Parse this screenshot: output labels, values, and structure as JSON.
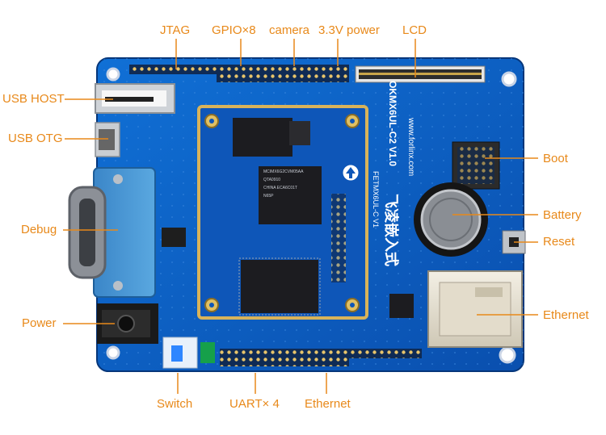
{
  "board": {
    "model": "OKMX6UL-C2 V1.0",
    "website": "www.forlinx.com",
    "brand_cn": "飞凌嵌入式",
    "som_model": "FETMX6UL-C V1",
    "cpu_markings": [
      "MCIMX6G2CVM05AA",
      "QTA0910",
      "CHINA",
      "ECA6C01T",
      "N65P"
    ]
  },
  "labels": {
    "jtag": "JTAG",
    "gpio": "GPIO×8",
    "camera": "camera",
    "power33": "3.3V power",
    "lcd": "LCD",
    "usb_host": "USB HOST",
    "usb_otg": "USB OTG",
    "debug": "Debug",
    "power": "Power",
    "switch": "Switch",
    "uart": "UART× 4",
    "ethernet_bottom": "Ethernet",
    "boot": "Boot",
    "battery": "Battery",
    "reset": "Reset",
    "ethernet_right": "Ethernet"
  },
  "colors": {
    "label": "#e8891a",
    "pcb": "#0b5cbf",
    "pcb_dark": "#083f8f",
    "gold": "#d8b35a",
    "chip": "#1c1c20"
  }
}
